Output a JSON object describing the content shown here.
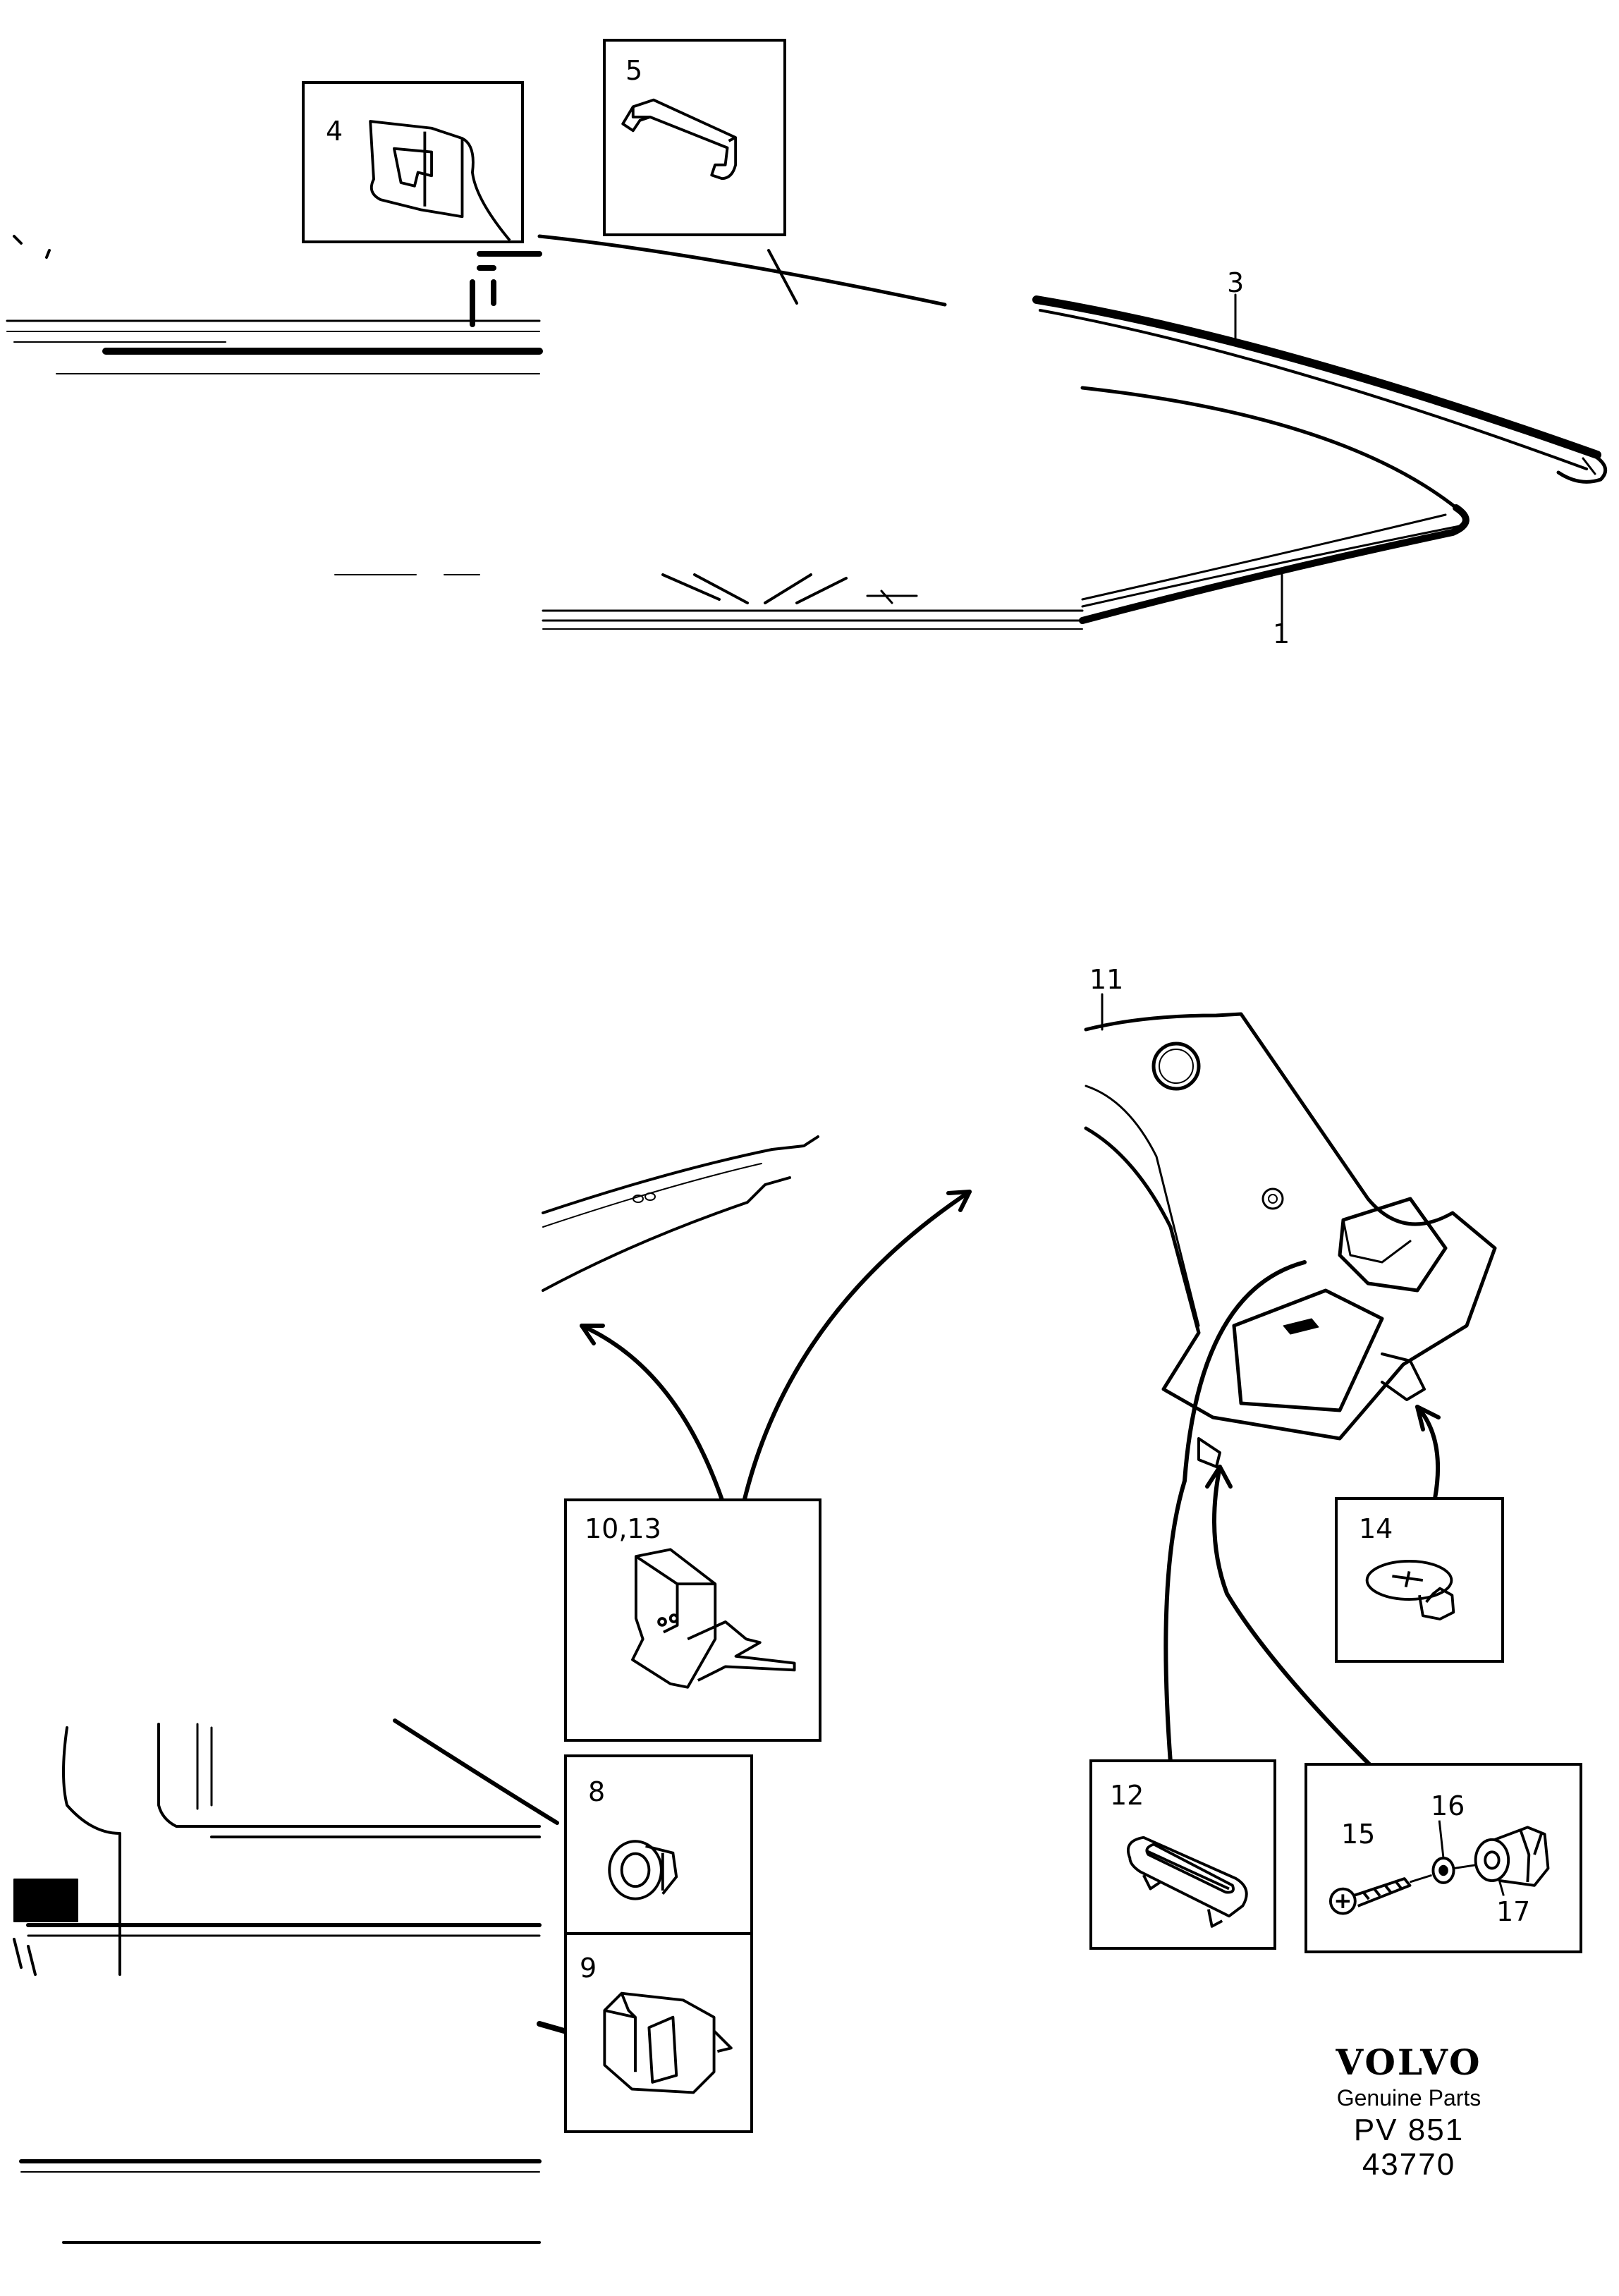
{
  "callouts": {
    "c1": "1",
    "c3": "3",
    "c11": "11"
  },
  "parts": {
    "p4": "4",
    "p5": "5",
    "p8": "8",
    "p9": "9",
    "p10_13": "10,13",
    "p12": "12",
    "p14": "14",
    "p15": "15",
    "p16": "16",
    "p17": "17"
  },
  "brand": {
    "logo": "VOLVO",
    "tagline": "Genuine Parts",
    "part_number": "PV 851 43770"
  }
}
